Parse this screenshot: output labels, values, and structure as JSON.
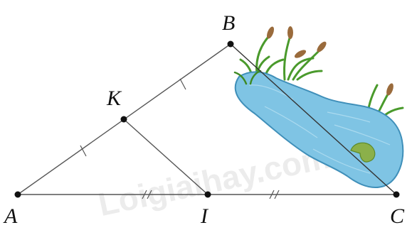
{
  "diagram": {
    "points": {
      "A": {
        "label": "A"
      },
      "B": {
        "label": "B"
      },
      "C": {
        "label": "C"
      },
      "K": {
        "label": "K"
      },
      "I": {
        "label": "I"
      }
    },
    "segments": [
      "AB",
      "AC",
      "KI",
      "BC"
    ],
    "tick_marks": {
      "AK": 1,
      "KB": 1,
      "AI": 2,
      "IC": 2
    },
    "illustration": "pond-with-cattails",
    "watermark": "Loigiaihay.com",
    "colors": {
      "line": "#555555",
      "point": "#111111",
      "pond": "#7fc4e4",
      "pond_edge": "#3f8fb9",
      "reed": "#4a9a2c",
      "cattail": "#9a6b3c"
    }
  }
}
